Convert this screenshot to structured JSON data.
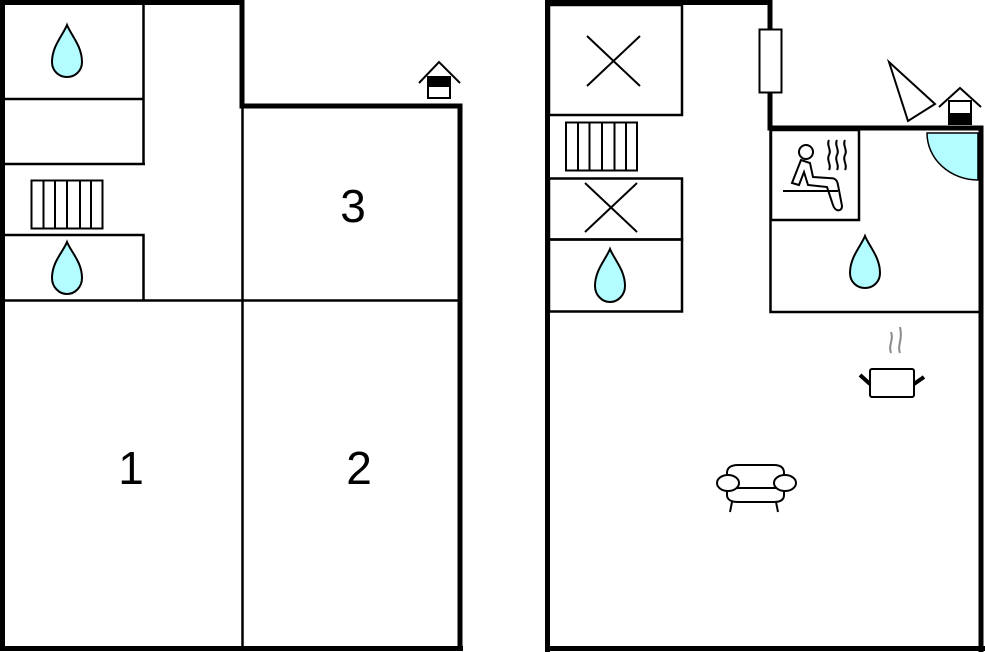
{
  "colors": {
    "wall": "#000000",
    "water": "#b3fcff",
    "steam": "#8a8a8a",
    "background": "#ffffff"
  },
  "floor_plans": [
    {
      "name": "left-floor",
      "rooms": [
        {
          "label": "1",
          "type": "bedroom"
        },
        {
          "label": "2",
          "type": "bedroom"
        },
        {
          "label": "3",
          "type": "bedroom"
        }
      ],
      "icons": [
        "water-drop-icon",
        "water-drop-icon",
        "stairs-icon",
        "entrance-house-icon"
      ]
    },
    {
      "name": "right-floor",
      "rooms": [
        {
          "label": "",
          "type": "void"
        },
        {
          "label": "",
          "type": "void"
        },
        {
          "label": "",
          "type": "bathroom"
        },
        {
          "label": "",
          "type": "sauna"
        },
        {
          "label": "",
          "type": "bathroom"
        },
        {
          "label": "",
          "type": "living-kitchen"
        }
      ],
      "icons": [
        "void-x-icon",
        "stairs-icon",
        "void-x-icon",
        "water-drop-icon",
        "window-icon",
        "terrace-icon",
        "entrance-house-icon",
        "sauna-icon",
        "shower-icon",
        "water-drop-icon",
        "cooking-pot-icon",
        "sofa-icon"
      ]
    }
  ],
  "labels": {
    "room_1": "1",
    "room_2": "2",
    "room_3": "3"
  }
}
